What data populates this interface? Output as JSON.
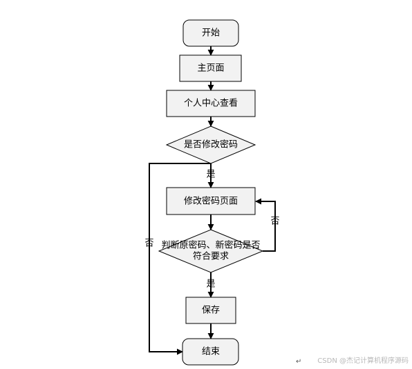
{
  "flowchart": {
    "nodes": {
      "start": "开始",
      "main_page": "主页面",
      "personal_center": "个人中心查看",
      "decision_change": "是否修改密码",
      "change_page": "修改密码页面",
      "decision_valid_line1": "判断原密码、新密码是否",
      "decision_valid_line2": "符合要求",
      "save": "保存",
      "end": "结束"
    },
    "edge_labels": {
      "yes_to_change_page": "是",
      "no_loop_back": "否",
      "no_to_end": "否",
      "yes_to_save": "是"
    }
  },
  "footer": {
    "paragraph_mark": "↵",
    "watermark": "CSDN @杰记计算机程序源码"
  },
  "colors": {
    "node_fill": "#f2f2f2",
    "stroke": "#000000",
    "watermark": "#b8b8b8"
  }
}
